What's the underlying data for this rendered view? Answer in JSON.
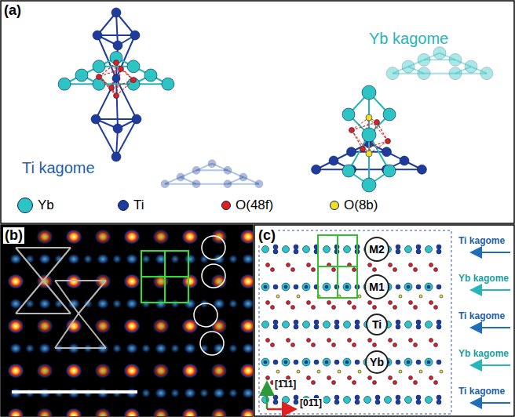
{
  "diagram": {
    "nodes": [
      {
        "text": [
          "M2"
        ]
      },
      {
        "text": [
          "M1"
        ]
      },
      {
        "text": [
          "Ti"
        ]
      },
      {
        "text": [
          "Yb"
        ]
      }
    ],
    "labels": [
      "(a)",
      "Yb kagome",
      "Ti kagome",
      "(b)",
      "(c)",
      "Ti kagome",
      "Yb kagome",
      "Ti kagome",
      "Yb kagome",
      "Ti kagome",
      "[1̄11]",
      "[01̄1]"
    ],
    "legend": [
      {
        "text": "Yb",
        "color": "#2ec4c4"
      },
      {
        "text": "Ti",
        "color": "#1f3c9c"
      },
      {
        "text": "O(48f)",
        "color": "#e0201c"
      },
      {
        "text": "O(8b)",
        "color": "#f0e020"
      }
    ]
  }
}
